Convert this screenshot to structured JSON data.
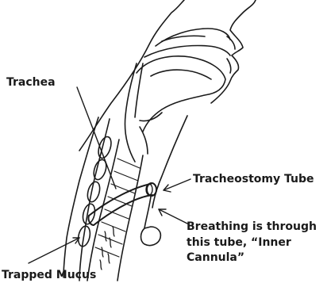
{
  "labels": {
    "trachea": "Trachea",
    "tracheostomy_tube": "Tracheostomy Tube",
    "breathing_line1": "Breathing is through",
    "breathing_line2": "this tube, “Inner",
    "breathing_line3": "Cannula”",
    "trapped_mucus": "Trapped Mucus"
  }
}
